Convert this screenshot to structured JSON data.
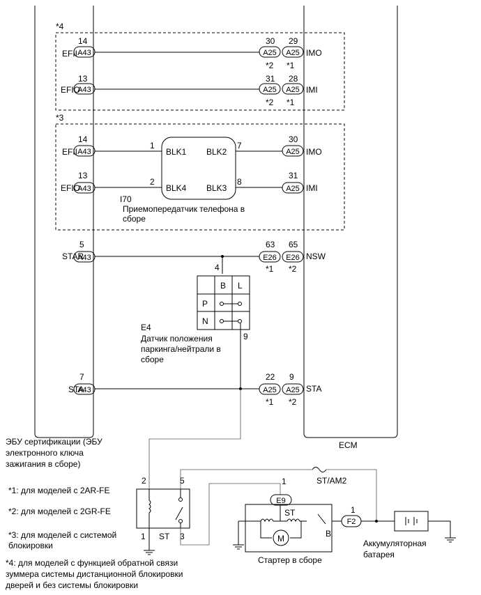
{
  "boxes": {
    "star4": "*4",
    "star3": "*3"
  },
  "ecu": {
    "name_lines": [
      "ЭБУ сертификации (ЭБУ",
      "электронного ключа",
      "зажигания в сборе)"
    ],
    "conn": "A43",
    "pins": {
      "efii": "14",
      "efio": "13",
      "efii3": "14",
      "efio3": "13",
      "star": "5",
      "sta": "7"
    },
    "terms": {
      "efii": "EFII",
      "efio": "EFIO",
      "efii3": "EFII",
      "efio3": "EFIO",
      "star": "STAR",
      "sta": "STA"
    }
  },
  "ecm": {
    "name": "ECM",
    "conn_a25": "A25",
    "conn_e26": "E26",
    "pins": {
      "imo30": "30",
      "imo29": "29",
      "imi31": "31",
      "imi28": "28",
      "imo3": "30",
      "imi3": "31",
      "nsw63": "63",
      "nsw65": "65",
      "sta22": "22",
      "sta9": "9"
    },
    "terms": {
      "imo": "IMO",
      "imi": "IMI",
      "imo3": "IMO",
      "imi3": "IMI",
      "nsw": "NSW",
      "sta": "STA"
    },
    "marks": {
      "s1": "*1",
      "s2": "*2"
    }
  },
  "transponder": {
    "code": "I70",
    "label_lines": [
      "Приемопередатчик телефона в",
      "сборе"
    ],
    "t1": "BLK1",
    "t2": "BLK2",
    "t3": "BLK3",
    "t4": "BLK4",
    "p1": "1",
    "p2": "2",
    "p7": "7",
    "p8": "8"
  },
  "nsw_switch": {
    "code": "E4",
    "label_lines": [
      "Датчик положения",
      "паркинга/нейтрали в",
      "сборе"
    ],
    "col_b": "B",
    "col_l": "L",
    "row_p": "P",
    "row_n": "N",
    "pin_top": "4",
    "pin_bottom": "9"
  },
  "relay": {
    "p1": "1",
    "p2": "2",
    "p3": "3",
    "p5": "5",
    "st": "ST"
  },
  "starter": {
    "conn": "E9",
    "pin": "1",
    "st": "ST",
    "b": "B",
    "motor": "M",
    "label": "Стартер в сборе"
  },
  "fuse": {
    "name": "ST/AM2"
  },
  "f2": {
    "conn": "F2",
    "pin": "1"
  },
  "battery": {
    "label_lines": [
      "Аккумуляторная",
      "батарея"
    ]
  },
  "notes": [
    [
      "*1: для моделей с 2AR-FE"
    ],
    [
      "*2: для моделей с 2GR-FE"
    ],
    [
      "*3: для моделей с системой",
      "блокировки"
    ],
    [
      "*4: для моделей с функцией обратной связи",
      "зуммера системы дистанционной блокировки",
      "дверей и без системы блокировки"
    ]
  ]
}
